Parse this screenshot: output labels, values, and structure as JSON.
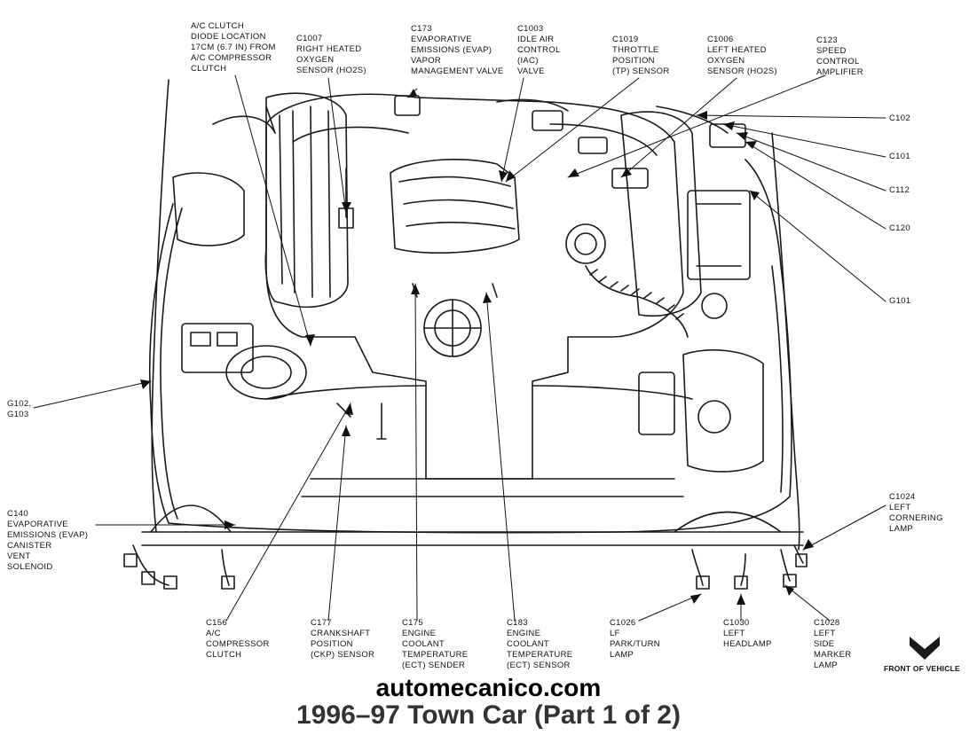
{
  "site_watermark": "automecanico.com",
  "title": "1996–97 Town Car (Part 1 of 2)",
  "front_indicator": "FRONT OF VEHICLE",
  "labels": {
    "ac_clutch_diode": [
      "A/C CLUTCH",
      "DIODE LOCATION",
      "17CM (6.7 IN) FROM",
      "A/C COMPRESSOR",
      "CLUTCH"
    ],
    "c1007": [
      "C1007",
      "RIGHT HEATED",
      "OXYGEN",
      "SENSOR (HO2S)"
    ],
    "c173": [
      "C173",
      "EVAPORATIVE",
      "EMISSIONS (EVAP)",
      "VAPOR",
      "MANAGEMENT VALVE"
    ],
    "c1003": [
      "C1003",
      "IDLE AIR",
      "CONTROL",
      "(IAC)",
      "VALVE"
    ],
    "c1019": [
      "C1019",
      "THROTTLE",
      "POSITION",
      "(TP) SENSOR"
    ],
    "c1006": [
      "C1006",
      "LEFT HEATED",
      "OXYGEN",
      "SENSOR (HO2S)"
    ],
    "c123": [
      "C123",
      "SPEED",
      "CONTROL",
      "AMPLIFIER"
    ],
    "c102": "C102",
    "c101": "C101",
    "c112": "C112",
    "c120": "C120",
    "g101": "G101",
    "g102": [
      "G102,",
      "G103"
    ],
    "c140": [
      "C140",
      "EVAPORATIVE",
      "EMISSIONS (EVAP)",
      "CANISTER",
      "VENT",
      "SOLENOID"
    ],
    "c1024": [
      "C1024",
      "LEFT",
      "CORNERING",
      "LAMP"
    ],
    "c156": [
      "C156",
      "A/C",
      "COMPRESSOR",
      "CLUTCH"
    ],
    "c177": [
      "C177",
      "CRANKSHAFT",
      "POSITION",
      "(CKP) SENSOR"
    ],
    "c175": [
      "C175",
      "ENGINE",
      "COOLANT",
      "TEMPERATURE",
      "(ECT) SENDER"
    ],
    "c183": [
      "C183",
      "ENGINE",
      "COOLANT",
      "TEMPERATURE",
      "(ECT) SENSOR"
    ],
    "c1026": [
      "C1026",
      "LF",
      "PARK/TURN",
      "LAMP"
    ],
    "c1030": [
      "C1030",
      "LEFT",
      "HEADLAMP"
    ],
    "c1028": [
      "C1028",
      "LEFT",
      "SIDE",
      "MARKER",
      "LAMP"
    ]
  }
}
